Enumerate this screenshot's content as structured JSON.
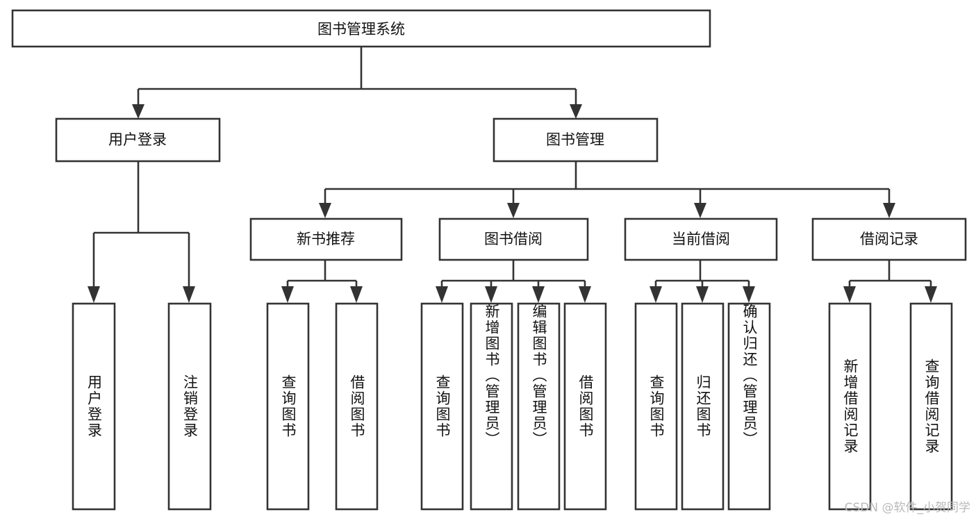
{
  "diagram": {
    "type": "tree",
    "title": "图书管理系统",
    "watermark": "CSDN @软件_小贺同学",
    "colors": {
      "background": "#ffffff",
      "stroke": "#333333",
      "box_fill": "#ffffff",
      "text": "#111111",
      "watermark": "#b9b9b9"
    },
    "nodes": {
      "root": {
        "label": "图书管理系统"
      },
      "level2": [
        {
          "id": "user-login",
          "label": "用户登录"
        },
        {
          "id": "book-manage",
          "label": "图书管理"
        }
      ],
      "level3": [
        {
          "id": "new-book-recommend",
          "label": "新书推荐"
        },
        {
          "id": "book-borrow",
          "label": "图书借阅"
        },
        {
          "id": "current-borrow",
          "label": "当前借阅"
        },
        {
          "id": "borrow-record",
          "label": "借阅记录"
        }
      ],
      "leaves": {
        "user-login": [
          {
            "id": "leaf-user-login",
            "label": "用户登录"
          },
          {
            "id": "leaf-logout-login",
            "label": "注销登录"
          }
        ],
        "new-book-recommend": [
          {
            "id": "leaf-query-book-1",
            "label": "查询图书"
          },
          {
            "id": "leaf-borrow-book-1",
            "label": "借阅图书"
          }
        ],
        "book-borrow": [
          {
            "id": "leaf-query-book-2",
            "label": "查询图书"
          },
          {
            "id": "leaf-add-book",
            "label": "新增图书（管理员）"
          },
          {
            "id": "leaf-edit-book",
            "label": "编辑图书（管理员）"
          },
          {
            "id": "leaf-borrow-book-2",
            "label": "借阅图书"
          }
        ],
        "current-borrow": [
          {
            "id": "leaf-query-book-3",
            "label": "查询图书"
          },
          {
            "id": "leaf-return-book",
            "label": "归还图书"
          },
          {
            "id": "leaf-confirm-return",
            "label": "确认归还（管理员）"
          }
        ],
        "borrow-record": [
          {
            "id": "leaf-add-record",
            "label": "新增借阅记录"
          },
          {
            "id": "leaf-query-record",
            "label": "查询借阅记录"
          }
        ]
      }
    }
  }
}
